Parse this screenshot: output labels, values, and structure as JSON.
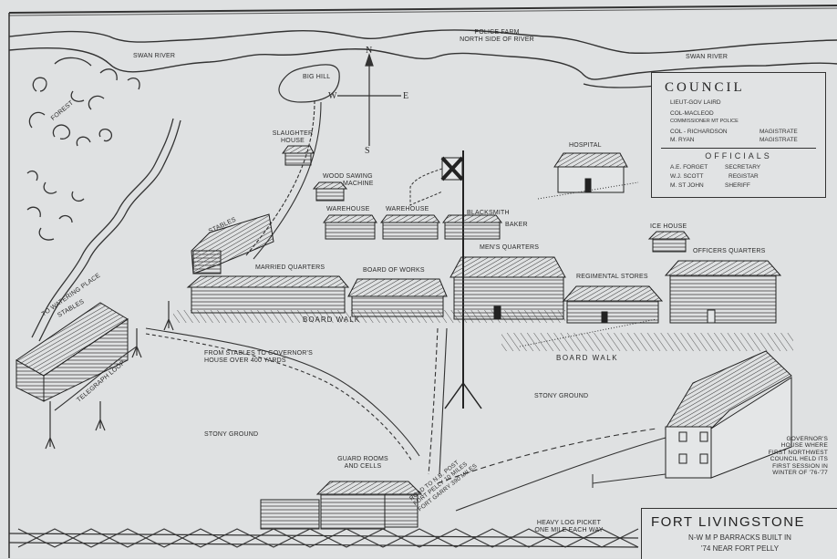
{
  "map": {
    "title": "FORT LIVINGSTONE",
    "subtitle_line1": "N-W M P BARRACKS BUILT IN",
    "subtitle_line2": "'74 NEAR FORT PELLY",
    "compass": {
      "n": "N",
      "s": "S",
      "e": "E",
      "w": "W"
    },
    "river_labels": {
      "left": "SWAN RIVER",
      "right": "SWAN RIVER"
    },
    "police_farm": {
      "line1": "POLICE FARM",
      "line2": "NORTH SIDE OF RIVER"
    },
    "terrain": {
      "big_hill": "BIG HILL",
      "forest": "FOREST",
      "stony_ground_left": "STONY GROUND",
      "stony_ground_right": "STONY GROUND"
    },
    "buildings": {
      "slaughter_house": {
        "line1": "SLAUGHTER",
        "line2": "HOUSE"
      },
      "wood_sawing": {
        "line1": "WOOD SAWING",
        "line2": "MACHINE"
      },
      "warehouse_1": "WAREHOUSE",
      "warehouse_2": "WAREHOUSE",
      "blacksmith": "BLACKSMITH",
      "baker": "BAKER",
      "hospital": "HOSPITAL",
      "ice_house": "ICE HOUSE",
      "officers_quarters": "OFFICERS QUARTERS",
      "stables_upper": "STABLES",
      "stables_lower": "STABLES",
      "married_quarters": "MARRIED QUARTERS",
      "board_of_works": "BOARD OF WORKS",
      "mens_quarters": "MEN'S QUARTERS",
      "regimental_stores": "REGIMENTAL STORES",
      "guard_rooms": {
        "line1": "GUARD ROOMS",
        "line2": "AND CELLS"
      },
      "governors_house": {
        "lines": [
          "GOVERNOR'S",
          "HOUSE WHERE",
          "FIRST NORTHWEST",
          "COUNCIL HELD ITS",
          "FIRST SESSION IN",
          "WINTER OF '76-'77"
        ]
      }
    },
    "annotations": {
      "to_watering_place": "TO WATERING PLACE",
      "telegraph_loop": "TELEGRAPH LOOP",
      "stables_distance": {
        "line1": "FROM STABLES TO GOVERNOR'S",
        "line2": "HOUSE OVER 400 YARDS"
      },
      "board_walk_upper": "BOARD WALK",
      "board_walk_lower": "BOARD WALK",
      "road": {
        "line1": "ROAD TO N.B. POST",
        "line2": "FORT PELLY 10 MILES",
        "line3": "FORT GARRY 390 MILES"
      },
      "picket": {
        "line1": "HEAVY LOG PICKET",
        "line2": "ONE MILE EACH WAY"
      }
    },
    "council": {
      "title": "COUNCIL",
      "members": [
        {
          "name": "LIEUT-GOV LAIRD",
          "role": ""
        },
        {
          "name": "COL-MACLEOD",
          "role": ""
        },
        {
          "name": "COMMISSIONER MT POLICE",
          "role": ""
        },
        {
          "name": "COL - RICHARDSON",
          "role": "MAGISTRATE"
        },
        {
          "name": "M. RYAN",
          "role": "MAGISTRATE"
        }
      ],
      "officials_title": "OFFICIALS",
      "officials": [
        {
          "name": "A.E. FORGET",
          "role": "SECRETARY"
        },
        {
          "name": "W.J. SCOTT",
          "role": "REGISTAR"
        },
        {
          "name": "M. ST JOHN",
          "role": "SHERIFF"
        }
      ]
    },
    "colors": {
      "paper": "#dfe1e2",
      "ink": "#2a2a2a"
    }
  }
}
